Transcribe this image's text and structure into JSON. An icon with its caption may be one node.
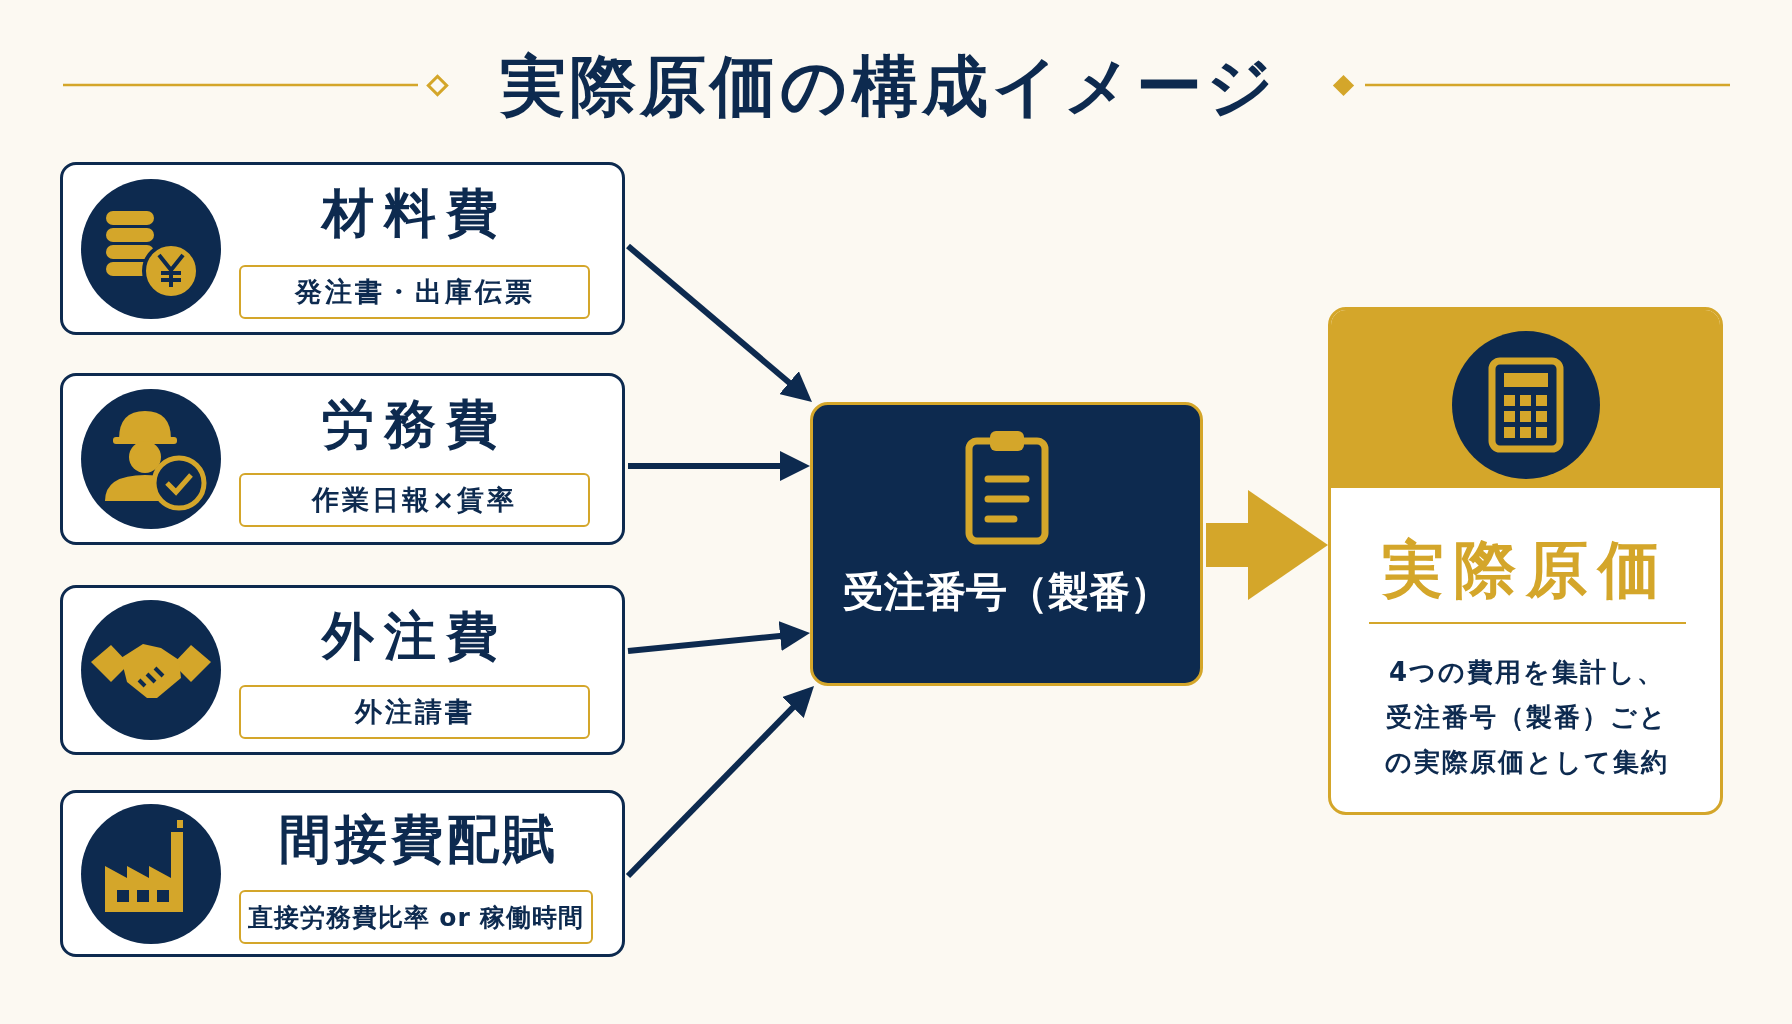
{
  "diagram": {
    "title": "実際原価の構成イメージ",
    "nodes": [
      {
        "text": [
          "材料費"
        ]
      },
      {
        "text": [
          "発注書・出庫伝票"
        ],
        "in": 0
      },
      {
        "text": [
          "労務費"
        ]
      },
      {
        "text": [
          "作業日報×賃率"
        ],
        "in": 2
      },
      {
        "text": [
          "外注費"
        ]
      },
      {
        "text": [
          "外注請書"
        ],
        "in": 4
      },
      {
        "text": [
          "間接費配賦"
        ]
      },
      {
        "text": [
          "直接労務費比率 or 稼働時間"
        ],
        "in": 6
      },
      {
        "text": [
          "受注番号（製番）"
        ]
      },
      {
        "text": [
          "実際原価",
          "4つの費用を集計し、受注番号（製番）ごとの実際原価として集約"
        ]
      }
    ],
    "edges": [
      {
        "from": 0,
        "to": 8,
        "arrow": "to"
      },
      {
        "from": 2,
        "to": 8,
        "arrow": "to"
      },
      {
        "from": 4,
        "to": 8,
        "arrow": "to"
      },
      {
        "from": 6,
        "to": 8,
        "arrow": "to"
      },
      {
        "from": 8,
        "to": 9,
        "arrow": "to",
        "style": "thick",
        "color": "#d4a62a"
      }
    ]
  }
}
